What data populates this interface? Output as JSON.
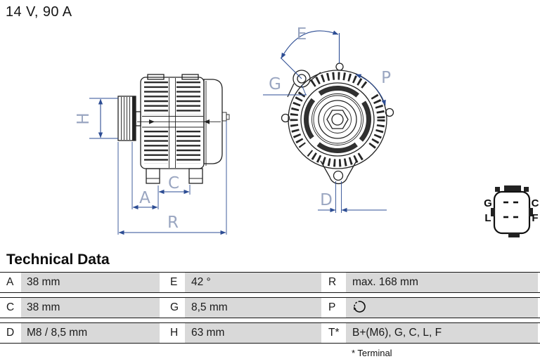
{
  "header": {
    "rating": "14 V, 90 A"
  },
  "drawings": {
    "side_view": {
      "labels": {
        "h": "H",
        "a": "A",
        "c": "C",
        "r": "R"
      }
    },
    "front_view": {
      "labels": {
        "e": "E",
        "g": "G",
        "p": "P",
        "d": "D"
      }
    },
    "connector": {
      "pins": {
        "top_left": "G",
        "top_right": "C",
        "bottom_left": "L",
        "bottom_right": "F"
      }
    }
  },
  "technical_data": {
    "title": "Technical Data",
    "rows": [
      {
        "cells": [
          {
            "key": "A",
            "value": "38 mm"
          },
          {
            "key": "E",
            "value": "42 °"
          },
          {
            "key": "R",
            "value": "max. 168 mm"
          }
        ]
      },
      {
        "cells": [
          {
            "key": "C",
            "value": "38 mm"
          },
          {
            "key": "G",
            "value": "8,5 mm"
          },
          {
            "key": "P",
            "value": "",
            "icon": "clockwise-rotation"
          }
        ]
      },
      {
        "cells": [
          {
            "key": "D",
            "value": "M8 / 8,5 mm"
          },
          {
            "key": "H",
            "value": "63 mm"
          },
          {
            "key": "T*",
            "value": "B+(M6), G, C, L, F"
          }
        ]
      }
    ],
    "footnote": "* Terminal"
  },
  "colors": {
    "ink": "#222222",
    "dim_blue": "#2d4d94",
    "dim_label": "#9aa6c1",
    "table_gray": "#d9d9d9"
  }
}
